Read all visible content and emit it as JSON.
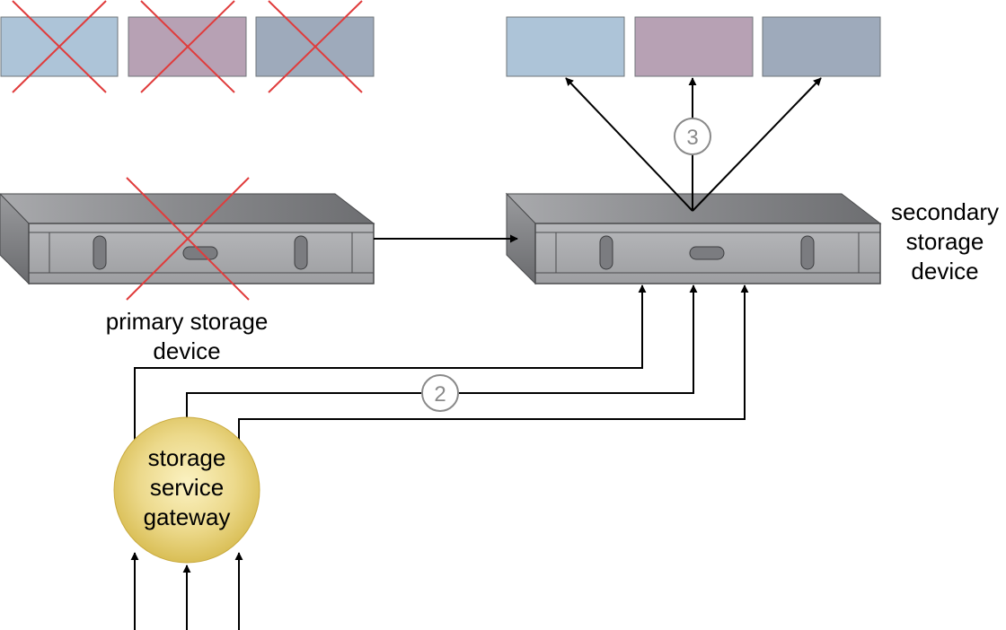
{
  "labels": {
    "primary_device": [
      "primary storage",
      "device"
    ],
    "secondary_device": [
      "secondary",
      "storage",
      "device"
    ],
    "gateway": [
      "storage",
      "service",
      "gateway"
    ]
  },
  "steps": {
    "step_2": "2",
    "step_3": "3"
  },
  "states": {
    "primary_device_failed": true,
    "primary_volumes_failed": true
  },
  "colors": {
    "volume_blue": "#adc4d8",
    "volume_mauve": "#b7a1b4",
    "volume_slate": "#9eaabb",
    "failure_mark": "#e03c3c",
    "gateway_fill": "#e9d47e",
    "device_body": "#9c9ea1",
    "step_circle": "#8a8a8a"
  }
}
